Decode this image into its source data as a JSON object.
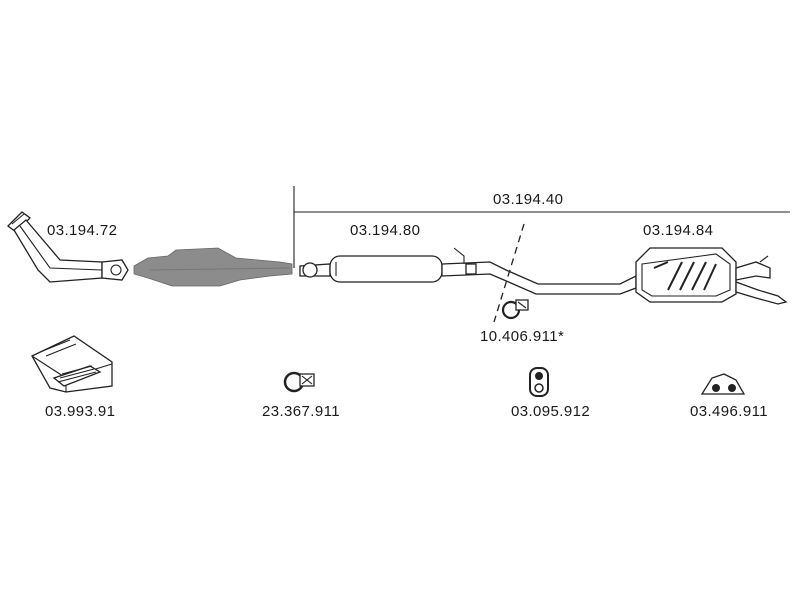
{
  "parts": {
    "front_pipe": "03.194.72",
    "center_section_group": "03.194.40",
    "middle_muffler": "03.194.80",
    "rear_muffler": "03.194.84",
    "clamp_small": "10.406.911*",
    "mounting_kit": "03.993.91",
    "clamp": "23.367.911",
    "rubber_mount": "03.095.912",
    "rubber_hanger": "03.496.911"
  }
}
